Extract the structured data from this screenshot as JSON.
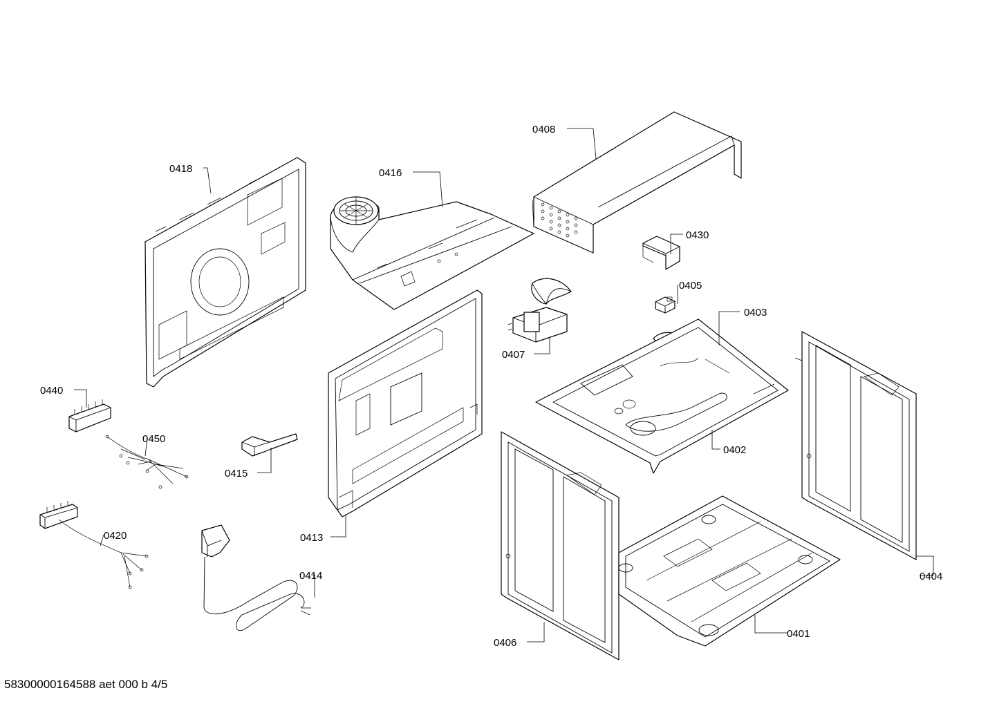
{
  "diagram": {
    "footer_text": "58300000164588 aet 000 b 4/5",
    "parts": [
      {
        "id": "p0401",
        "label": "0401",
        "name": "base-tray"
      },
      {
        "id": "p0402",
        "label": "0402",
        "name": "top-cover-plate"
      },
      {
        "id": "p0403",
        "label": "0403",
        "name": "top-plate-bracket"
      },
      {
        "id": "p0404",
        "label": "0404",
        "name": "right-side-panel"
      },
      {
        "id": "p0405",
        "label": "0405",
        "name": "thermostat-clip"
      },
      {
        "id": "p0406",
        "label": "0406",
        "name": "left-side-panel"
      },
      {
        "id": "p0407",
        "label": "0407",
        "name": "cooling-fan-motor"
      },
      {
        "id": "p0408",
        "label": "0408",
        "name": "control-panel-frame"
      },
      {
        "id": "p0413",
        "label": "0413",
        "name": "rear-wall-panel"
      },
      {
        "id": "p0414",
        "label": "0414",
        "name": "mains-cable"
      },
      {
        "id": "p0415",
        "label": "0415",
        "name": "door-switch"
      },
      {
        "id": "p0416",
        "label": "0416",
        "name": "fan-duct-assembly"
      },
      {
        "id": "p0418",
        "label": "0418",
        "name": "back-cover-panel"
      },
      {
        "id": "p0420",
        "label": "0420",
        "name": "wiring-harness-lower"
      },
      {
        "id": "p0430",
        "label": "0430",
        "name": "cover-cap"
      },
      {
        "id": "p0440",
        "label": "0440",
        "name": "terminal-block"
      },
      {
        "id": "p0450",
        "label": "0450",
        "name": "wiring-harness-upper"
      }
    ]
  }
}
